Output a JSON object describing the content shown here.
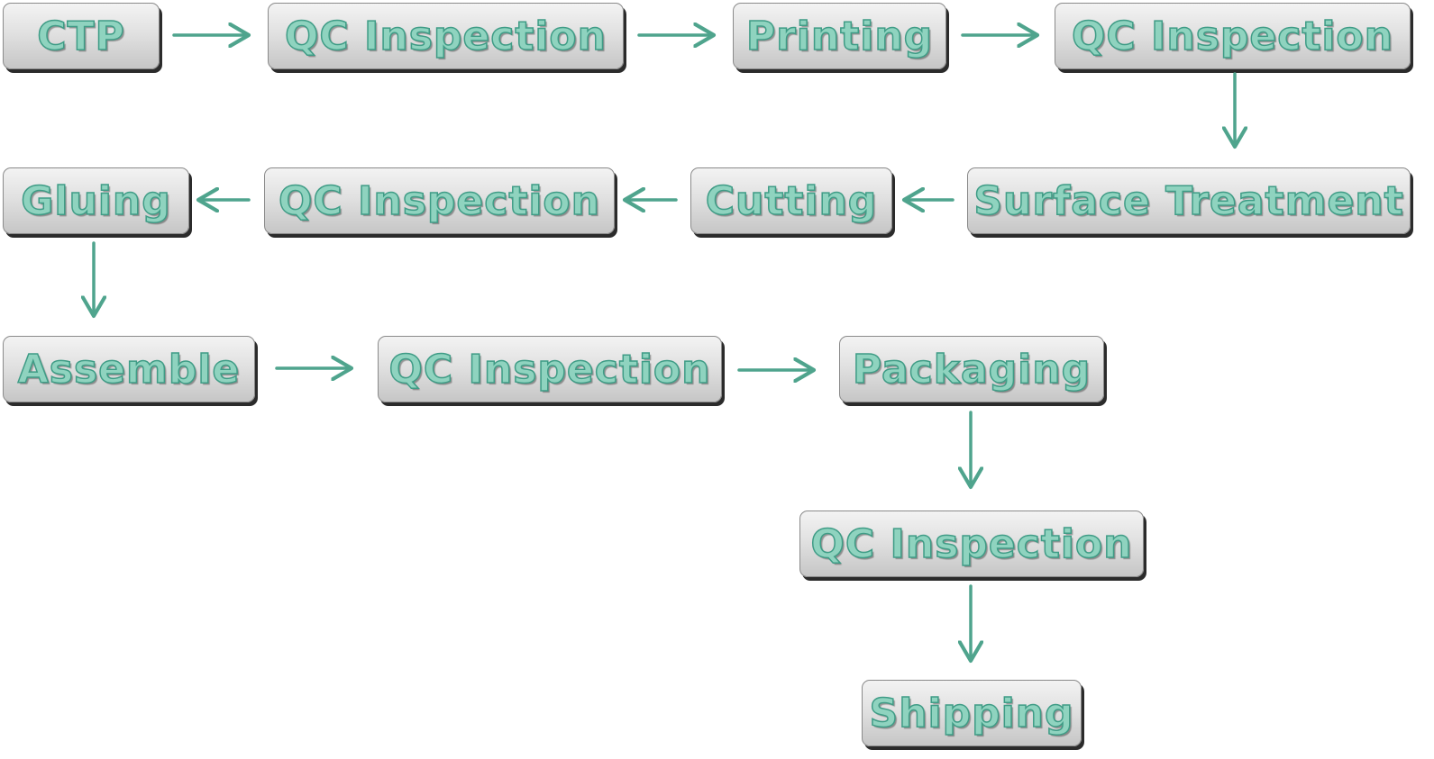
{
  "colors": {
    "accent": "#4fa48d",
    "box_border": "#8a8a8a",
    "box_shadow": "#2b2b2b"
  },
  "steps": [
    {
      "label": "CTP"
    },
    {
      "label": "QC Inspection"
    },
    {
      "label": "Printing"
    },
    {
      "label": "QC Inspection"
    },
    {
      "label": "Surface Treatment"
    },
    {
      "label": "Cutting"
    },
    {
      "label": "QC Inspection"
    },
    {
      "label": "Gluing"
    },
    {
      "label": "Assemble"
    },
    {
      "label": "QC Inspection"
    },
    {
      "label": "Packaging"
    },
    {
      "label": "QC Inspection"
    },
    {
      "label": "Shipping"
    }
  ],
  "arrows": [
    {
      "from": 0,
      "to": 1,
      "direction": "right"
    },
    {
      "from": 1,
      "to": 2,
      "direction": "right"
    },
    {
      "from": 2,
      "to": 3,
      "direction": "right"
    },
    {
      "from": 3,
      "to": 4,
      "direction": "down"
    },
    {
      "from": 4,
      "to": 5,
      "direction": "left"
    },
    {
      "from": 5,
      "to": 6,
      "direction": "left"
    },
    {
      "from": 6,
      "to": 7,
      "direction": "left"
    },
    {
      "from": 7,
      "to": 8,
      "direction": "down"
    },
    {
      "from": 8,
      "to": 9,
      "direction": "right"
    },
    {
      "from": 9,
      "to": 10,
      "direction": "right"
    },
    {
      "from": 10,
      "to": 11,
      "direction": "down"
    },
    {
      "from": 11,
      "to": 12,
      "direction": "down"
    }
  ]
}
